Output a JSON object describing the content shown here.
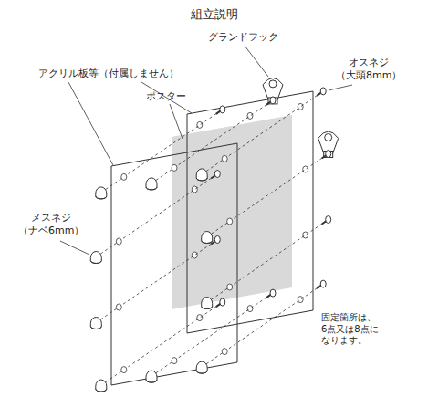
{
  "diagram": {
    "title": "組立説明",
    "labels": [
      "グランドフック",
      "アクリル板等（付属しません）",
      "ポスター",
      "オスネジ （大頭8mm）",
      "メスネジ （ナベ6mm）",
      "固定箇所は、 6点又は8点に なります。"
    ]
  }
}
